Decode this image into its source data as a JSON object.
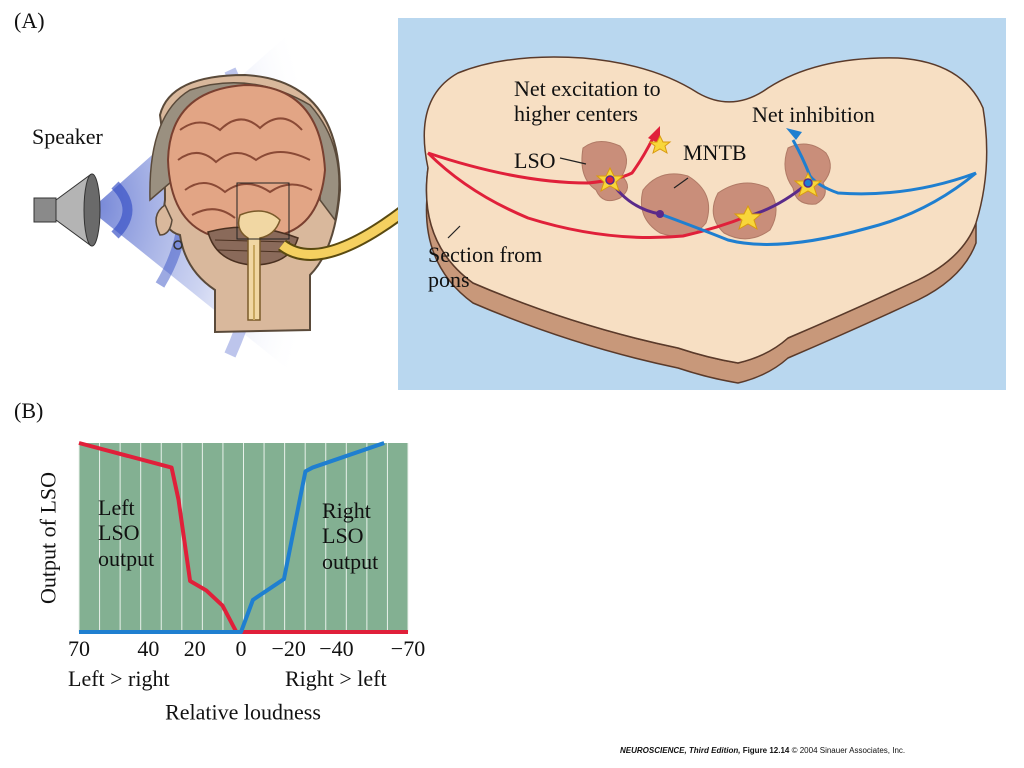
{
  "panel_a": {
    "label": "(A)",
    "speaker_label": "Speaker",
    "section_label": "Section from pons",
    "net_excitation_label": "Net excitation to higher centers",
    "net_inhibition_label": "Net inhibition",
    "lso_label": "LSO",
    "mntb_label": "MNTB",
    "colors": {
      "background": "#b9d7ef",
      "tissue": "#f7dfc3",
      "nucleus": "#c98e7a",
      "excitatory": "#e0203a",
      "inhibitory_path": "#1f7fd0",
      "inhibitory_neuron": "#5a2a8a"
    }
  },
  "panel_b": {
    "label": "(B)",
    "y_axis_label": "Output of LSO",
    "x_axis_title": "Relative loudness",
    "left_side_label": "Left > right",
    "right_side_label": "Right > left",
    "left_curve_label": "Left LSO output",
    "right_curve_label": "Right LSO output",
    "colors": {
      "plot_bg": "#83b092",
      "left": "#e0203a",
      "right": "#1f7fd0"
    }
  },
  "chart_data": {
    "type": "line",
    "xlabel": "Relative loudness",
    "ylabel": "Output of LSO",
    "x_tick_labels": [
      "70",
      "40",
      "20",
      "0",
      "−20",
      "−40",
      "−70"
    ],
    "x_ticks": [
      70,
      40,
      20,
      0,
      -20,
      -40,
      -70
    ],
    "series": [
      {
        "name": "Left LSO output",
        "x": [
          70,
          30,
          27,
          22,
          15,
          8,
          2,
          -70
        ],
        "y": [
          1.0,
          0.87,
          0.7,
          0.27,
          0.22,
          0.14,
          0.0,
          0.0
        ]
      },
      {
        "name": "Right LSO output",
        "x": [
          70,
          0,
          -5,
          -18,
          -27,
          -30,
          -60
        ],
        "y": [
          0.0,
          0.0,
          0.17,
          0.28,
          0.85,
          0.87,
          1.0
        ]
      }
    ]
  },
  "footer": {
    "book": "NEUROSCIENCE, Third Edition,",
    "figure": "Figure 12.14",
    "copyright": "© 2004 Sinauer Associates, Inc."
  }
}
